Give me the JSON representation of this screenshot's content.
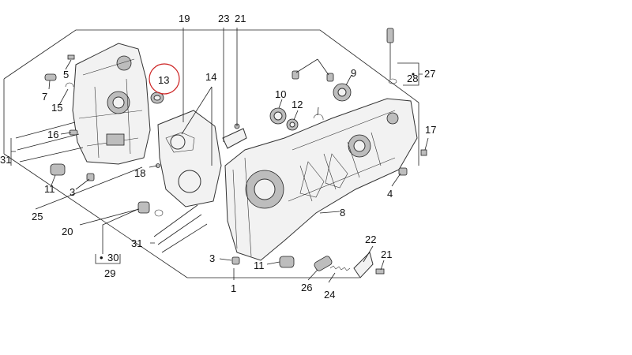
{
  "diagram": {
    "highlight_color": "#cc2222",
    "labels": {
      "l1": "1",
      "l3a": "3",
      "l3b": "3",
      "l4": "4",
      "l5": "5",
      "l7": "7",
      "l8": "8",
      "l9": "9",
      "l10": "10",
      "l11a": "11",
      "l11b": "11",
      "l12": "12",
      "l13": "13",
      "l14": "14",
      "l15": "15",
      "l16": "16",
      "l17": "17",
      "l18": "18",
      "l19": "19",
      "l20": "20",
      "l21a": "21",
      "l21b": "21",
      "l22": "22",
      "l23": "23",
      "l24": "24",
      "l25": "25",
      "l26": "26",
      "l27": "27",
      "l28": "28",
      "l29": "29",
      "l30": "30",
      "l31a": "31",
      "l31b": "31"
    }
  }
}
